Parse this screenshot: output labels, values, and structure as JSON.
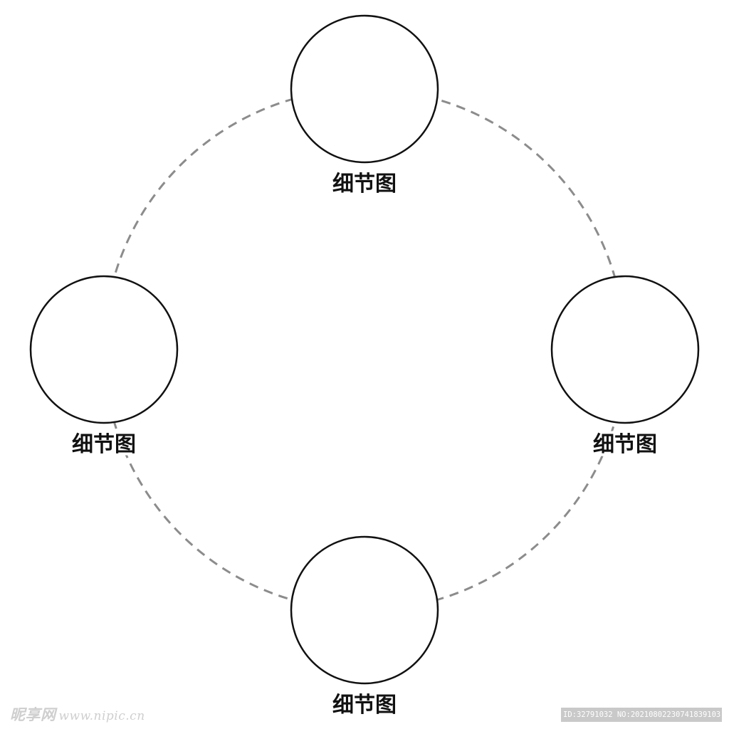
{
  "diagram": {
    "colors": {
      "background": "#ffffff",
      "node_stroke": "#111111",
      "node_fill": "#ffffff",
      "connector": "#8c8c8c",
      "label": "#111111"
    },
    "connector_style": "dashed",
    "nodes": [
      {
        "id": "top",
        "label": "细节图"
      },
      {
        "id": "left",
        "label": "细节图"
      },
      {
        "id": "right",
        "label": "细节图"
      },
      {
        "id": "bottom",
        "label": "细节图"
      }
    ]
  },
  "watermark": {
    "site_name": "昵享网",
    "site_url": "www.nipic.cn",
    "image_info": "ID:32791032 NO:20210802230741839103"
  }
}
